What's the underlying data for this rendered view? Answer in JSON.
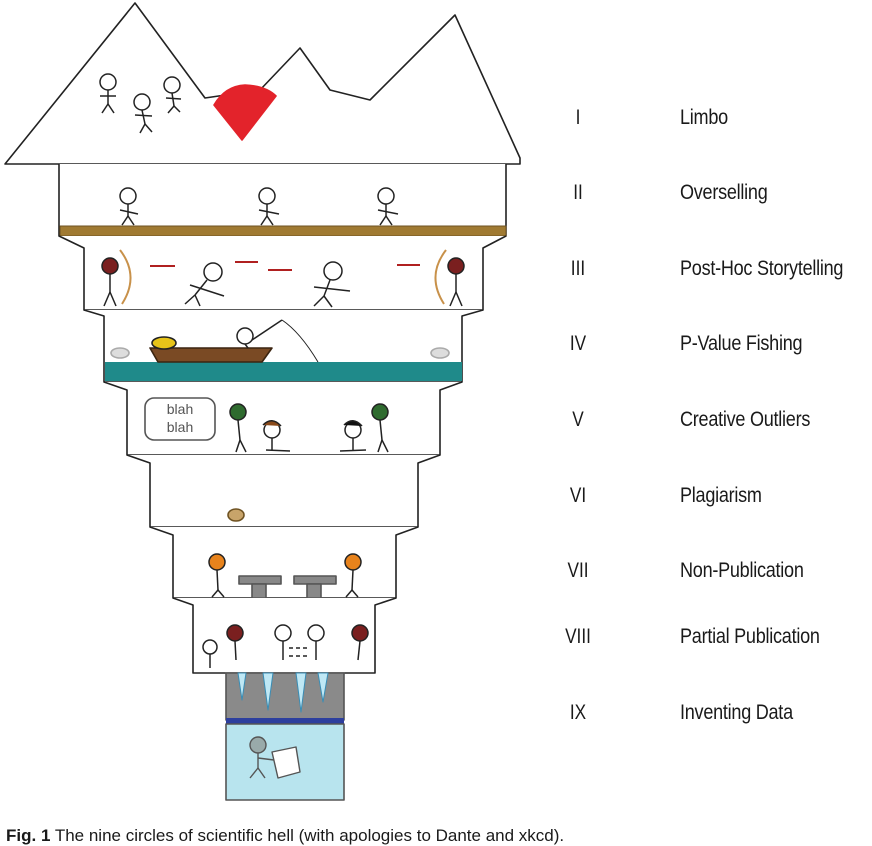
{
  "circles": [
    {
      "numeral": "I",
      "name": "Limbo"
    },
    {
      "numeral": "II",
      "name": "Overselling"
    },
    {
      "numeral": "III",
      "name": "Post-Hoc Storytelling"
    },
    {
      "numeral": "IV",
      "name": "P-Value Fishing"
    },
    {
      "numeral": "V",
      "name": "Creative Outliers"
    },
    {
      "numeral": "VI",
      "name": "Plagiarism"
    },
    {
      "numeral": "VII",
      "name": "Non-Publication"
    },
    {
      "numeral": "VIII",
      "name": "Partial Publication"
    },
    {
      "numeral": "IX",
      "name": "Inventing Data"
    }
  ],
  "speech_bubble": {
    "line1": "blah",
    "line2": "blah"
  },
  "caption": {
    "label": "Fig. 1",
    "text": "The nine circles of scientific hell (with apologies to Dante and xkcd)."
  },
  "colors": {
    "sun": "#e3232b",
    "sand": "#a07a32",
    "water": "#1f8a8a",
    "deep_water": "#b8e4ee",
    "stone": "#8a8a8a",
    "band": "#2d3f9e",
    "demon": "#7a1f1f",
    "goblin": "#2f6b2f",
    "fire": "#e8831c"
  }
}
